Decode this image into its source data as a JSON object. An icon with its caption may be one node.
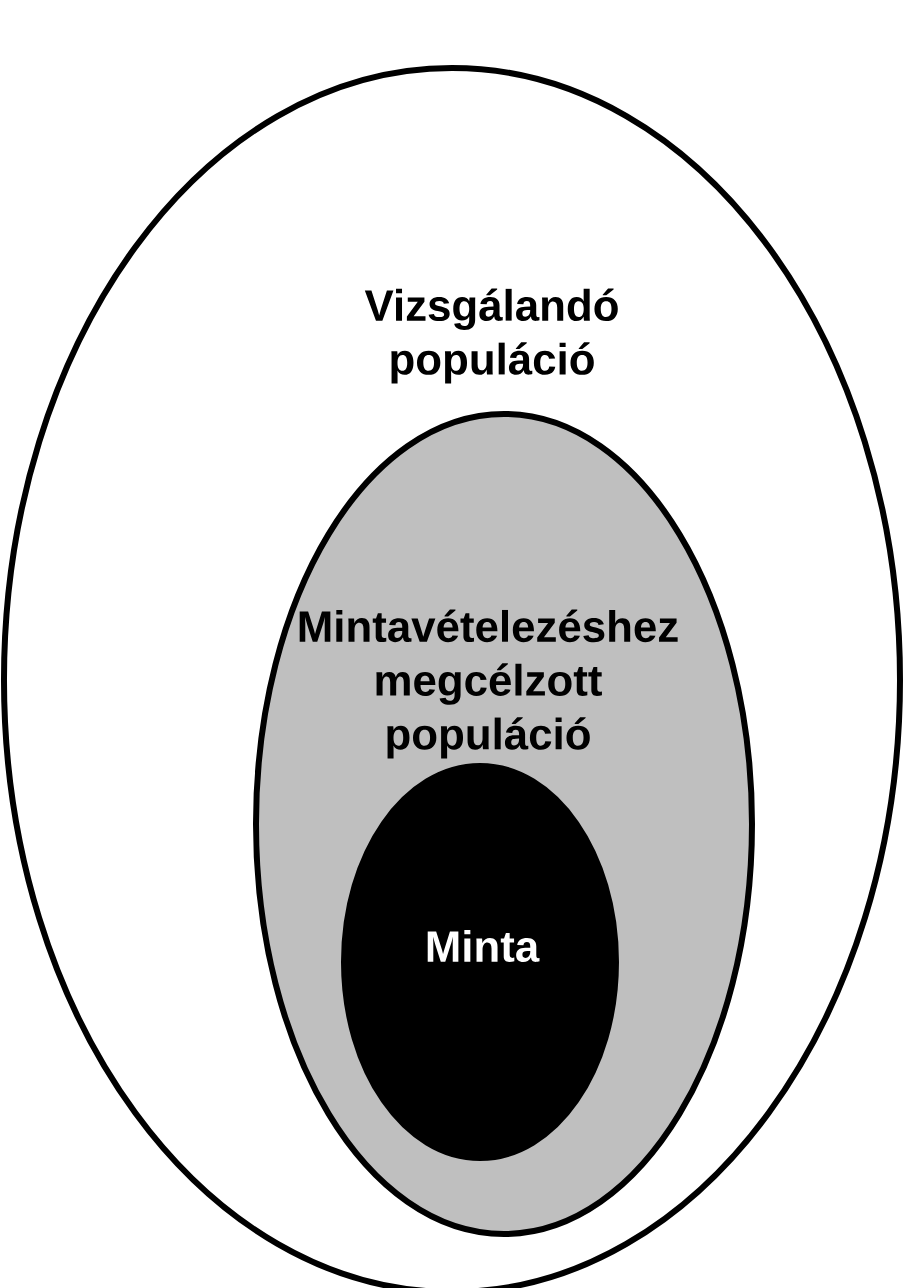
{
  "diagram": {
    "nodes": [
      {
        "text": [
          "Vizsgálandó populáció"
        ]
      },
      {
        "text": [
          "Mintavételezéshez megcélzott populáció"
        ],
        "in": 0
      },
      {
        "text": [
          "Minta"
        ],
        "in": 1
      }
    ]
  }
}
